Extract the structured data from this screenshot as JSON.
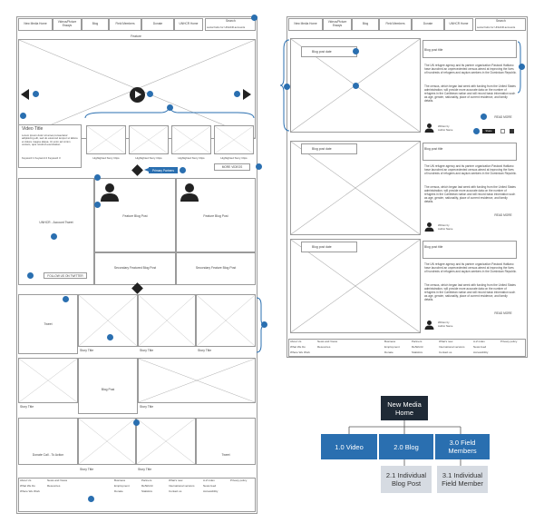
{
  "nav": {
    "items": [
      "New Media Home",
      "Videos/Picture Essays",
      "Blog",
      "Field Members",
      "Donate",
      "UNHCR Home"
    ],
    "search_label": "Search",
    "search_placeholder": "social hubs for UNHCR accounts"
  },
  "home": {
    "feature_label": "Feature",
    "video_title": "Video Title",
    "video_desc": "Lorem ipsum dolor sit amet,consectetur adipisicing elit, sed do eiusmod tempor ut labore et dolore magna aliqua. Ut enim ad minim veniam, quis nostrud exercitation.",
    "keywords": "Keyword 1  Keyword 2  Keyword 3",
    "highlighted_labels": [
      "Highlighted Story Clips",
      "Highlighted Story Clips",
      "Highlighted Story Clips",
      "Highlighted Story Clips"
    ],
    "more_videos": "MORE VIDEOS",
    "primary_partners": "Primary Partners",
    "account_tweet": "UNHCR - Account Tweet",
    "follow_twitter": "FOLLOW US ON TWITTER",
    "feature_blog_posts": [
      "Feature Blog Post",
      "Feature Blog Post"
    ],
    "secondary_posts": [
      "Secondary Featured Blog Post",
      "Secondary Feature Blog Post"
    ],
    "tweet": "Tweet",
    "story_title": "Story Title",
    "blog_post": "Blog Post",
    "donate_call": "Donate Call - To Action"
  },
  "blog": {
    "post_date": "Blog post date",
    "post_title": "Blog post title",
    "paragraph1": "The UN refugee agency and its partner organization Pastoral Haitiano have launched an unprecedented census aimed at improving the lives of hundreds of refugees and asylum-seekers in the Dominican Republic.",
    "paragraph2": "The census, which began last week with funding from the United States administration, will provide more accurate data on the number of refugees in the Caribbean nation and will record basic information such as age, gender, nationality, place of current residence, and family details.",
    "read_more": "READ MORE",
    "written_by": "Written by",
    "author": "Author Name",
    "share": "Share"
  },
  "footer": {
    "rows": [
      [
        "About Us",
        "News and Views",
        "",
        "Business",
        "Partners",
        "What's new",
        "A-Z index",
        "Privacy policy"
      ],
      [
        "What We Do",
        "Resources",
        "",
        "Employment",
        "RefWorld",
        "International versions",
        "News feed",
        ""
      ],
      [
        "Where We Work",
        "",
        "",
        "Donate",
        "Statistics",
        "Contact us",
        "Accessibility",
        ""
      ]
    ]
  },
  "sitemap": {
    "root": "New Media Home",
    "level1": [
      "1.0 Video",
      "2.0 Blog",
      "3.0 Field Members"
    ],
    "level2": [
      "2.1 Individual Blog Post",
      "3.1 Individual Field Member"
    ]
  },
  "colors": {
    "badge": "#2a6fb0",
    "node_dark": "#1f2a36",
    "node_blue": "#2a6fb0",
    "node_grey": "#d6dbe2"
  }
}
